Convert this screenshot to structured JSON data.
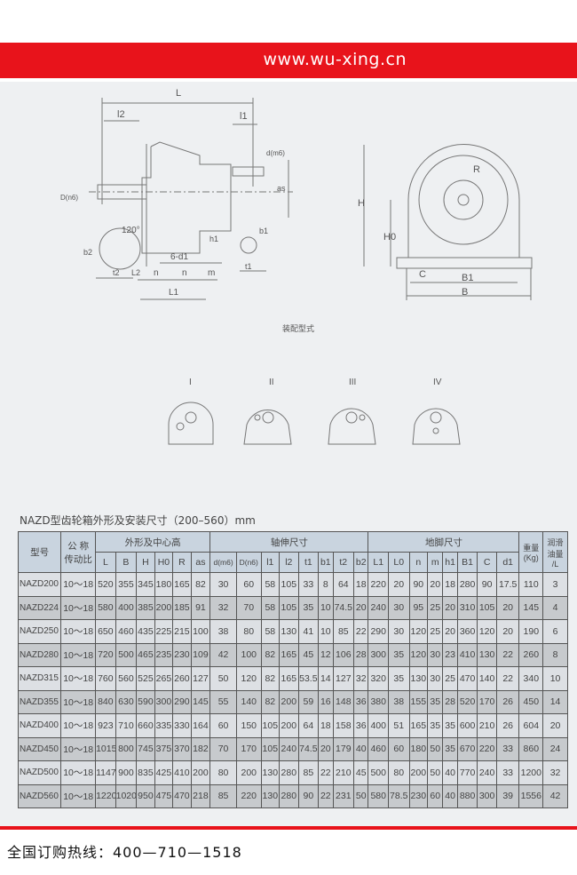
{
  "header": {
    "url": "www.wu-xing.cn"
  },
  "diagram": {
    "side_labels": {
      "L": "L",
      "l2": "l2",
      "l1": "l1",
      "d": "d(m6)",
      "D": "D(n6)",
      "as": "as",
      "angle": "120°",
      "b2": "b2",
      "t2": "t2",
      "L2": "L2",
      "n": "n",
      "d1": "6-d1",
      "L1": "L1",
      "m": "m",
      "h1": "h1",
      "b1": "b1",
      "t1": "t1"
    },
    "front_labels": {
      "H": "H",
      "H0": "H0",
      "R": "R",
      "C": "C",
      "B1": "B1",
      "B": "B"
    },
    "assembly_title": "装配型式",
    "assembly_types": [
      "I",
      "II",
      "III",
      "IV"
    ]
  },
  "table": {
    "caption": "NAZD型齿轮箱外形及安装尺寸（200–560）mm",
    "group_headers": {
      "model": "型号",
      "ratio": "公 称\n传动比",
      "outline": "外形及中心高",
      "shaft": "轴伸尺寸",
      "foot": "地脚尺寸",
      "weight": "重量\n(Kg)",
      "oil": "润滑\n油量\n/L"
    },
    "columns": [
      "L",
      "B",
      "H",
      "H0",
      "R",
      "as",
      "d(m6)",
      "D(n6)",
      "l1",
      "l2",
      "t1",
      "b1",
      "t2",
      "b2",
      "L1",
      "L0",
      "n",
      "m",
      "h1",
      "B1",
      "C",
      "d1"
    ],
    "rows": [
      [
        "NAZD200",
        "10～18",
        "520",
        "355",
        "345",
        "180",
        "165",
        "82",
        "30",
        "60",
        "58",
        "105",
        "33",
        "8",
        "64",
        "18",
        "220",
        "20",
        "90",
        "20",
        "18",
        "280",
        "90",
        "17.5",
        "110",
        "3"
      ],
      [
        "NAZD224",
        "10～18",
        "580",
        "400",
        "385",
        "200",
        "185",
        "91",
        "32",
        "70",
        "58",
        "105",
        "35",
        "10",
        "74.5",
        "20",
        "240",
        "30",
        "95",
        "25",
        "20",
        "310",
        "105",
        "20",
        "145",
        "4"
      ],
      [
        "NAZD250",
        "10～18",
        "650",
        "460",
        "435",
        "225",
        "215",
        "100",
        "38",
        "80",
        "58",
        "130",
        "41",
        "10",
        "85",
        "22",
        "290",
        "30",
        "120",
        "25",
        "20",
        "360",
        "120",
        "20",
        "190",
        "6"
      ],
      [
        "NAZD280",
        "10～18",
        "720",
        "500",
        "465",
        "235",
        "230",
        "109",
        "42",
        "100",
        "82",
        "165",
        "45",
        "12",
        "106",
        "28",
        "300",
        "35",
        "120",
        "30",
        "23",
        "410",
        "130",
        "22",
        "260",
        "8"
      ],
      [
        "NAZD315",
        "10～18",
        "760",
        "560",
        "525",
        "265",
        "260",
        "127",
        "50",
        "120",
        "82",
        "165",
        "53.5",
        "14",
        "127",
        "32",
        "320",
        "35",
        "130",
        "30",
        "25",
        "470",
        "140",
        "22",
        "340",
        "10"
      ],
      [
        "NAZD355",
        "10～18",
        "840",
        "630",
        "590",
        "300",
        "290",
        "145",
        "55",
        "140",
        "82",
        "200",
        "59",
        "16",
        "148",
        "36",
        "380",
        "38",
        "155",
        "35",
        "28",
        "520",
        "170",
        "26",
        "450",
        "14"
      ],
      [
        "NAZD400",
        "10～18",
        "923",
        "710",
        "660",
        "335",
        "330",
        "164",
        "60",
        "150",
        "105",
        "200",
        "64",
        "18",
        "158",
        "36",
        "400",
        "51",
        "165",
        "35",
        "35",
        "600",
        "210",
        "26",
        "604",
        "20"
      ],
      [
        "NAZD450",
        "10～18",
        "1015",
        "800",
        "745",
        "375",
        "370",
        "182",
        "70",
        "170",
        "105",
        "240",
        "74.5",
        "20",
        "179",
        "40",
        "460",
        "60",
        "180",
        "50",
        "35",
        "670",
        "220",
        "33",
        "860",
        "24"
      ],
      [
        "NAZD500",
        "10～18",
        "1147",
        "900",
        "835",
        "425",
        "410",
        "200",
        "80",
        "200",
        "130",
        "280",
        "85",
        "22",
        "210",
        "45",
        "500",
        "80",
        "200",
        "50",
        "40",
        "770",
        "240",
        "33",
        "1200",
        "32"
      ],
      [
        "NAZD560",
        "10～18",
        "1220",
        "1020",
        "950",
        "475",
        "470",
        "218",
        "85",
        "220",
        "130",
        "280",
        "90",
        "22",
        "231",
        "50",
        "580",
        "78.5",
        "230",
        "60",
        "40",
        "880",
        "300",
        "39",
        "1556",
        "42"
      ]
    ]
  },
  "footer": {
    "hotline": "全国订购热线：400—710—1518"
  },
  "colors": {
    "brand_red": "#e8131b"
  }
}
